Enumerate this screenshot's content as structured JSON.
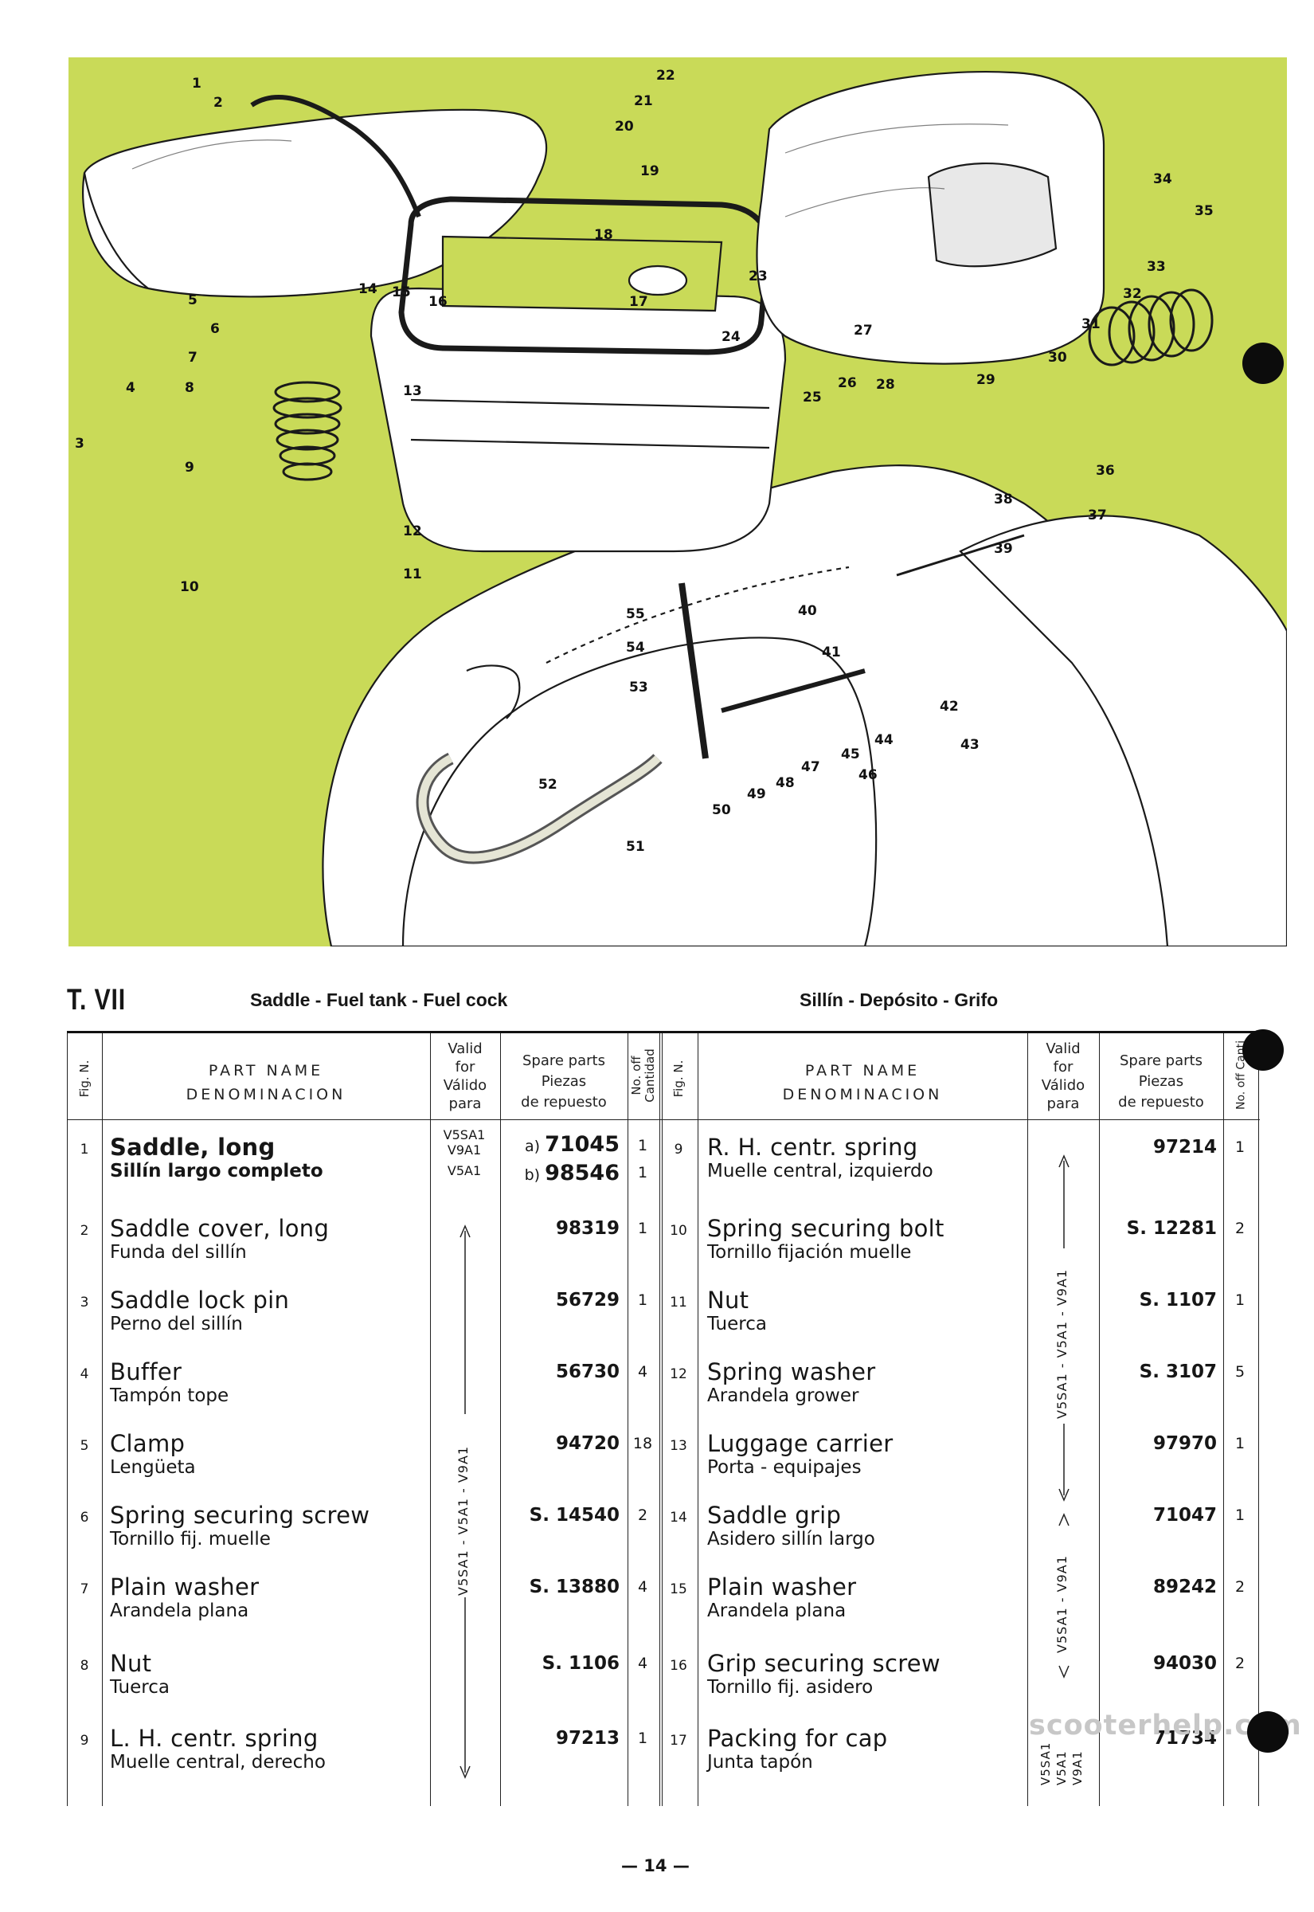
{
  "heading": {
    "plate": "T. VII",
    "title_en": "Saddle  -  Fuel tank  -  Fuel cock",
    "title_es": "Sillín  -  Depósito  -  Grifo"
  },
  "table_header": {
    "fig": "Fig. N.",
    "part_name_1": "PART  NAME",
    "part_name_2": "DENOMINACION",
    "valid_1": "Valid",
    "valid_2": "for",
    "valid_3": "Válido",
    "valid_4": "para",
    "spare_1": "Spare parts",
    "spare_2": "Piezas",
    "spare_3": "de repuesto",
    "qty_1": "No. off",
    "qty_2": "Cantidad",
    "qty_right": "No. off Canti"
  },
  "left_rows": [
    {
      "fig": "1",
      "en": "Saddle, long",
      "es": "Sillín largo completo",
      "pn_a": "71045",
      "pn_b": "98546",
      "qty_a": "1",
      "qty_b": "1",
      "valid_a1": "V5SA1",
      "valid_a2": "V9A1",
      "valid_b": "V5A1",
      "pfx_a": "a)",
      "pfx_b": "b)"
    },
    {
      "fig": "2",
      "en": "Saddle cover, long",
      "es": "Funda del sillín",
      "pn": "98319",
      "qty": "1"
    },
    {
      "fig": "3",
      "en": "Saddle lock pin",
      "es": "Perno del sillín",
      "pn": "56729",
      "qty": "1"
    },
    {
      "fig": "4",
      "en": "Buffer",
      "es": "Tampón tope",
      "pn": "56730",
      "qty": "4"
    },
    {
      "fig": "5",
      "en": "Clamp",
      "es": "Lengüeta",
      "pn": "94720",
      "qty": "18"
    },
    {
      "fig": "6",
      "en": "Spring securing screw",
      "es": "Tornillo fij. muelle",
      "pn": "S. 14540",
      "qty": "2"
    },
    {
      "fig": "7",
      "en": "Plain washer",
      "es": "Arandela plana",
      "pn": "S. 13880",
      "qty": "4"
    },
    {
      "fig": "8",
      "en": "Nut",
      "es": "Tuerca",
      "pn": "S. 1106",
      "qty": "4"
    },
    {
      "fig": "9",
      "en": "L. H. centr. spring",
      "es": "Muelle central, derecho",
      "pn": "97213",
      "qty": "1"
    }
  ],
  "right_rows": [
    {
      "fig": "9",
      "en": "R. H. centr. spring",
      "es": "Muelle central, izquierdo",
      "pn": "97214",
      "qty": "1"
    },
    {
      "fig": "10",
      "en": "Spring securing bolt",
      "es": "Tornillo fijación muelle",
      "pn": "S. 12281",
      "qty": "2"
    },
    {
      "fig": "11",
      "en": "Nut",
      "es": "Tuerca",
      "pn": "S. 1107",
      "qty": "1"
    },
    {
      "fig": "12",
      "en": "Spring washer",
      "es": "Arandela grower",
      "pn": "S. 3107",
      "qty": "5"
    },
    {
      "fig": "13",
      "en": "Luggage carrier",
      "es": "Porta - equipajes",
      "pn": "97970",
      "qty": "1"
    },
    {
      "fig": "14",
      "en": "Saddle grip",
      "es": "Asidero sillín largo",
      "pn": "71047",
      "qty": "1"
    },
    {
      "fig": "15",
      "en": "Plain washer",
      "es": "Arandela plana",
      "pn": "89242",
      "qty": "2"
    },
    {
      "fig": "16",
      "en": "Grip securing screw",
      "es": "Tornillo fij. asidero",
      "pn": "94030",
      "qty": "2"
    },
    {
      "fig": "17",
      "en": "Packing for cap",
      "es": "Junta tapón",
      "pn": "71734",
      "qty": ""
    }
  ],
  "validity": {
    "left_range": "V5SA1 - V5A1 - V9A1",
    "right_range_1": "V5SA1 - V5A1 - V9A1",
    "right_range_2": "V5SA1 - V9A1",
    "right_row17_1": "V5SA1",
    "right_row17_2": "V5A1",
    "right_row17_3": "V9A1"
  },
  "callouts": [
    "1",
    "2",
    "3",
    "4",
    "5",
    "6",
    "7",
    "8",
    "9",
    "10",
    "11",
    "12",
    "13",
    "14",
    "15",
    "16",
    "17",
    "18",
    "19",
    "20",
    "21",
    "22",
    "23",
    "24",
    "25",
    "26",
    "27",
    "28",
    "29",
    "30",
    "31",
    "32",
    "33",
    "34",
    "35",
    "36",
    "37",
    "38",
    "39",
    "40",
    "41",
    "42",
    "43",
    "44",
    "45",
    "46",
    "47",
    "48",
    "49",
    "50",
    "51",
    "52",
    "53",
    "54",
    "55"
  ],
  "page_number": "— 14 —",
  "watermark": "scooterhelp.com",
  "colors": {
    "illustration_bg": "#c9da58",
    "ink": "#161616",
    "watermark": "#c7c7c7"
  }
}
